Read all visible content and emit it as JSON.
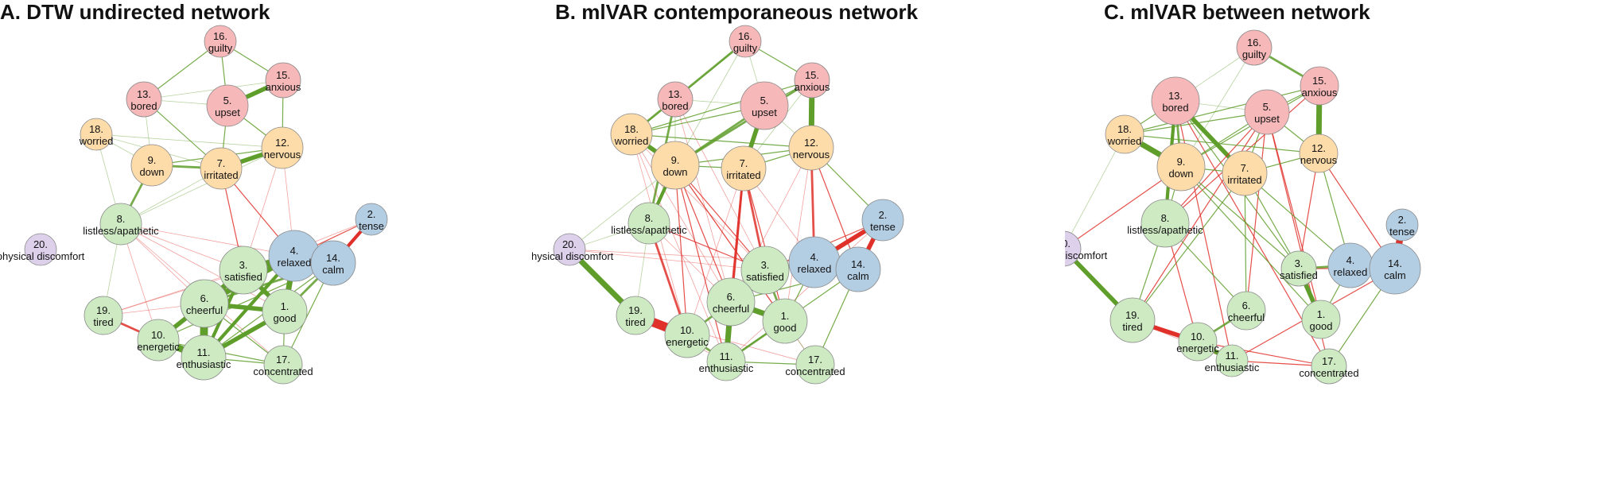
{
  "colors": {
    "distress": "#f6b8b8",
    "tension": "#fddcaa",
    "positive": "#cdeac3",
    "calm": "#b3cde3",
    "physical": "#ddd0ea",
    "node_stroke": "#8a8a8a",
    "edge_positive": "#5f9e2a",
    "edge_negative": "#e0302a"
  },
  "nodes": [
    {
      "id": 1,
      "label": "good",
      "group": "positive"
    },
    {
      "id": 2,
      "label": "tense",
      "group": "calm"
    },
    {
      "id": 3,
      "label": "satisfied",
      "group": "positive"
    },
    {
      "id": 4,
      "label": "relaxed",
      "group": "calm"
    },
    {
      "id": 5,
      "label": "upset",
      "group": "distress"
    },
    {
      "id": 6,
      "label": "cheerful",
      "group": "positive"
    },
    {
      "id": 7,
      "label": "irritated",
      "group": "tension"
    },
    {
      "id": 8,
      "label": "listless/apathetic",
      "group": "positive"
    },
    {
      "id": 9,
      "label": "down",
      "group": "tension"
    },
    {
      "id": 10,
      "label": "energetic",
      "group": "positive"
    },
    {
      "id": 11,
      "label": "enthusiastic",
      "group": "positive"
    },
    {
      "id": 12,
      "label": "nervous",
      "group": "tension"
    },
    {
      "id": 13,
      "label": "bored",
      "group": "distress"
    },
    {
      "id": 14,
      "label": "calm",
      "group": "calm"
    },
    {
      "id": 15,
      "label": "anxious",
      "group": "distress"
    },
    {
      "id": 16,
      "label": "guilty",
      "group": "distress"
    },
    {
      "id": 17,
      "label": "concentrated",
      "group": "positive"
    },
    {
      "id": 18,
      "label": "worried",
      "group": "tension"
    },
    {
      "id": 19,
      "label": "tired",
      "group": "positive"
    },
    {
      "id": 20,
      "label": "physical discomfort",
      "group": "physical"
    }
  ],
  "panels": [
    {
      "title": "A. DTW undirected network",
      "edges": [
        [
          16,
          15,
          1,
          "p"
        ],
        [
          16,
          5,
          1,
          "p"
        ],
        [
          16,
          13,
          1,
          "p"
        ],
        [
          13,
          15,
          1,
          "pl"
        ],
        [
          5,
          15,
          4,
          "p"
        ],
        [
          13,
          5,
          1,
          "pl"
        ],
        [
          13,
          9,
          1,
          "pl"
        ],
        [
          13,
          7,
          1,
          "p"
        ],
        [
          5,
          7,
          1,
          "p"
        ],
        [
          5,
          12,
          1,
          "p"
        ],
        [
          15,
          12,
          1,
          "p"
        ],
        [
          18,
          12,
          1,
          "pl"
        ],
        [
          18,
          9,
          1,
          "pl"
        ],
        [
          18,
          7,
          1,
          "pl"
        ],
        [
          9,
          7,
          2,
          "p"
        ],
        [
          9,
          12,
          1,
          "p"
        ],
        [
          7,
          12,
          4,
          "p"
        ],
        [
          9,
          8,
          2,
          "p"
        ],
        [
          18,
          8,
          1,
          "pl"
        ],
        [
          7,
          8,
          1,
          "pl"
        ],
        [
          12,
          8,
          1,
          "pl"
        ],
        [
          7,
          3,
          1,
          "n"
        ],
        [
          7,
          4,
          1,
          "n"
        ],
        [
          12,
          3,
          1,
          "nl"
        ],
        [
          12,
          4,
          1,
          "nl"
        ],
        [
          8,
          3,
          1,
          "nl"
        ],
        [
          8,
          4,
          1,
          "nl"
        ],
        [
          8,
          6,
          1,
          "nl"
        ],
        [
          8,
          10,
          1,
          "nl"
        ],
        [
          8,
          19,
          1,
          "pl"
        ],
        [
          8,
          1,
          1,
          "nl"
        ],
        [
          8,
          17,
          1,
          "nl"
        ],
        [
          2,
          4,
          1,
          "n"
        ],
        [
          2,
          3,
          1,
          "nl"
        ],
        [
          2,
          14,
          3,
          "n"
        ],
        [
          19,
          10,
          2,
          "n"
        ],
        [
          19,
          3,
          1,
          "nl"
        ],
        [
          19,
          4,
          1,
          "nl"
        ],
        [
          19,
          6,
          1,
          "nl"
        ],
        [
          10,
          6,
          4,
          "p"
        ],
        [
          10,
          11,
          6,
          "p"
        ],
        [
          6,
          11,
          7,
          "p"
        ],
        [
          6,
          1,
          4,
          "p"
        ],
        [
          6,
          3,
          5,
          "p"
        ],
        [
          6,
          4,
          5,
          "p"
        ],
        [
          3,
          4,
          6,
          "p"
        ],
        [
          3,
          1,
          4,
          "p"
        ],
        [
          4,
          1,
          5,
          "p"
        ],
        [
          4,
          14,
          5,
          "p"
        ],
        [
          14,
          1,
          2,
          "p"
        ],
        [
          14,
          6,
          2,
          "p"
        ],
        [
          11,
          1,
          4,
          "p"
        ],
        [
          11,
          4,
          3,
          "p"
        ],
        [
          11,
          3,
          3,
          "p"
        ],
        [
          11,
          17,
          1,
          "p"
        ],
        [
          1,
          17,
          1,
          "p"
        ],
        [
          14,
          17,
          1,
          "p"
        ],
        [
          10,
          3,
          1,
          "p"
        ],
        [
          10,
          17,
          1,
          "p"
        ],
        [
          6,
          17,
          1,
          "p"
        ],
        [
          14,
          11,
          1,
          "p"
        ],
        [
          14,
          10,
          1,
          "p"
        ]
      ]
    },
    {
      "title": "B. mlVAR contemporaneous network",
      "edges": [
        [
          16,
          15,
          1,
          "p"
        ],
        [
          16,
          5,
          1,
          "pl"
        ],
        [
          16,
          13,
          1,
          "p"
        ],
        [
          16,
          18,
          2,
          "p"
        ],
        [
          16,
          9,
          1,
          "pl"
        ],
        [
          13,
          5,
          1,
          "pl"
        ],
        [
          13,
          18,
          1,
          "p"
        ],
        [
          13,
          9,
          1,
          "pl"
        ],
        [
          13,
          8,
          2,
          "p"
        ],
        [
          13,
          3,
          1,
          "nl"
        ],
        [
          13,
          6,
          1,
          "nl"
        ],
        [
          5,
          15,
          1,
          "p"
        ],
        [
          5,
          7,
          4,
          "p"
        ],
        [
          5,
          9,
          2,
          "p"
        ],
        [
          5,
          18,
          1,
          "p"
        ],
        [
          5,
          12,
          1,
          "pl"
        ],
        [
          15,
          12,
          5,
          "p"
        ],
        [
          15,
          9,
          2,
          "p"
        ],
        [
          15,
          18,
          1,
          "p"
        ],
        [
          15,
          7,
          1,
          "pl"
        ],
        [
          18,
          9,
          4,
          "p"
        ],
        [
          18,
          12,
          1,
          "p"
        ],
        [
          18,
          3,
          1,
          "nl"
        ],
        [
          18,
          6,
          1,
          "nl"
        ],
        [
          18,
          10,
          1,
          "nl"
        ],
        [
          18,
          11,
          1,
          "nl"
        ],
        [
          9,
          7,
          1,
          "p"
        ],
        [
          9,
          12,
          1,
          "p"
        ],
        [
          9,
          8,
          3,
          "p"
        ],
        [
          9,
          3,
          1,
          "n"
        ],
        [
          9,
          6,
          1,
          "n"
        ],
        [
          9,
          10,
          1,
          "n"
        ],
        [
          9,
          11,
          1,
          "n"
        ],
        [
          9,
          1,
          1,
          "n"
        ],
        [
          9,
          17,
          1,
          "nl"
        ],
        [
          9,
          20,
          1,
          "pl"
        ],
        [
          7,
          12,
          1,
          "p"
        ],
        [
          7,
          3,
          2,
          "n"
        ],
        [
          7,
          6,
          2,
          "n"
        ],
        [
          7,
          1,
          1,
          "n"
        ],
        [
          7,
          11,
          2,
          "n"
        ],
        [
          7,
          4,
          1,
          "nl"
        ],
        [
          7,
          10,
          1,
          "nl"
        ],
        [
          12,
          2,
          1,
          "p"
        ],
        [
          12,
          4,
          2,
          "n"
        ],
        [
          12,
          14,
          1,
          "n"
        ],
        [
          12,
          1,
          1,
          "nl"
        ],
        [
          12,
          6,
          1,
          "nl"
        ],
        [
          8,
          20,
          1,
          "pl"
        ],
        [
          8,
          10,
          2,
          "n"
        ],
        [
          8,
          3,
          1,
          "n"
        ],
        [
          8,
          19,
          1,
          "pl"
        ],
        [
          8,
          6,
          1,
          "nl"
        ],
        [
          20,
          19,
          5,
          "p"
        ],
        [
          20,
          3,
          1,
          "nl"
        ],
        [
          20,
          4,
          1,
          "nl"
        ],
        [
          19,
          10,
          8,
          "n"
        ],
        [
          19,
          11,
          1,
          "nl"
        ],
        [
          19,
          17,
          1,
          "nl"
        ],
        [
          2,
          4,
          4,
          "n"
        ],
        [
          2,
          14,
          4,
          "n"
        ],
        [
          2,
          3,
          1,
          "n"
        ],
        [
          2,
          11,
          1,
          "nl"
        ],
        [
          4,
          14,
          3,
          "p"
        ],
        [
          4,
          3,
          3,
          "p"
        ],
        [
          3,
          6,
          2,
          "p"
        ],
        [
          3,
          1,
          2,
          "p"
        ],
        [
          6,
          1,
          5,
          "p"
        ],
        [
          6,
          11,
          5,
          "p"
        ],
        [
          6,
          10,
          2,
          "p"
        ],
        [
          10,
          11,
          2,
          "p"
        ],
        [
          11,
          17,
          1,
          "p"
        ],
        [
          11,
          1,
          2,
          "p"
        ],
        [
          1,
          17,
          1,
          "pl"
        ],
        [
          14,
          17,
          1,
          "p"
        ],
        [
          14,
          11,
          1,
          "p"
        ],
        [
          14,
          6,
          1,
          "p"
        ],
        [
          4,
          1,
          1,
          "p"
        ]
      ]
    },
    {
      "title": "C. mlVAR between network",
      "edges": [
        [
          16,
          15,
          2,
          "p"
        ],
        [
          16,
          13,
          1,
          "pl"
        ],
        [
          16,
          9,
          1,
          "pl"
        ],
        [
          13,
          5,
          1,
          "pl"
        ],
        [
          13,
          9,
          2,
          "p"
        ],
        [
          13,
          8,
          3,
          "p"
        ],
        [
          13,
          7,
          4,
          "p"
        ],
        [
          13,
          18,
          1,
          "p"
        ],
        [
          13,
          3,
          1,
          "p"
        ],
        [
          13,
          11,
          1,
          "n"
        ],
        [
          13,
          17,
          1,
          "n"
        ],
        [
          5,
          15,
          1,
          "p"
        ],
        [
          5,
          9,
          1,
          "p"
        ],
        [
          5,
          7,
          1,
          "p"
        ],
        [
          5,
          18,
          1,
          "p"
        ],
        [
          5,
          12,
          1,
          "p"
        ],
        [
          5,
          8,
          1,
          "n"
        ],
        [
          5,
          19,
          1,
          "n"
        ],
        [
          5,
          1,
          1,
          "n"
        ],
        [
          5,
          6,
          1,
          "n"
        ],
        [
          5,
          17,
          1,
          "n"
        ],
        [
          15,
          12,
          5,
          "p"
        ],
        [
          15,
          9,
          1,
          "p"
        ],
        [
          15,
          18,
          1,
          "p"
        ],
        [
          15,
          8,
          1,
          "n"
        ],
        [
          18,
          9,
          5,
          "p"
        ],
        [
          18,
          12,
          1,
          "p"
        ],
        [
          18,
          20,
          1,
          "pl"
        ],
        [
          9,
          7,
          1,
          "p"
        ],
        [
          9,
          8,
          1,
          "p"
        ],
        [
          9,
          20,
          1,
          "n"
        ],
        [
          9,
          3,
          1,
          "p"
        ],
        [
          9,
          1,
          1,
          "p"
        ],
        [
          7,
          12,
          1,
          "p"
        ],
        [
          7,
          3,
          1,
          "p"
        ],
        [
          7,
          6,
          1,
          "p"
        ],
        [
          7,
          4,
          1,
          "p"
        ],
        [
          7,
          19,
          1,
          "p"
        ],
        [
          12,
          4,
          1,
          "p"
        ],
        [
          12,
          3,
          1,
          "n"
        ],
        [
          12,
          14,
          1,
          "n"
        ],
        [
          8,
          10,
          1,
          "n"
        ],
        [
          8,
          19,
          1,
          "p"
        ],
        [
          8,
          6,
          1,
          "p"
        ],
        [
          20,
          19,
          4,
          "p"
        ],
        [
          19,
          10,
          4,
          "n"
        ],
        [
          19,
          11,
          1,
          "nl"
        ],
        [
          2,
          14,
          6,
          "n"
        ],
        [
          14,
          4,
          1,
          "p"
        ],
        [
          14,
          3,
          1,
          "n"
        ],
        [
          14,
          17,
          1,
          "p"
        ],
        [
          14,
          11,
          1,
          "n"
        ],
        [
          4,
          3,
          2,
          "p"
        ],
        [
          4,
          1,
          1,
          "p"
        ],
        [
          3,
          1,
          4,
          "p"
        ],
        [
          6,
          10,
          2,
          "p"
        ],
        [
          10,
          11,
          4,
          "p"
        ],
        [
          10,
          17,
          1,
          "n"
        ],
        [
          11,
          17,
          1,
          "n"
        ]
      ]
    }
  ]
}
